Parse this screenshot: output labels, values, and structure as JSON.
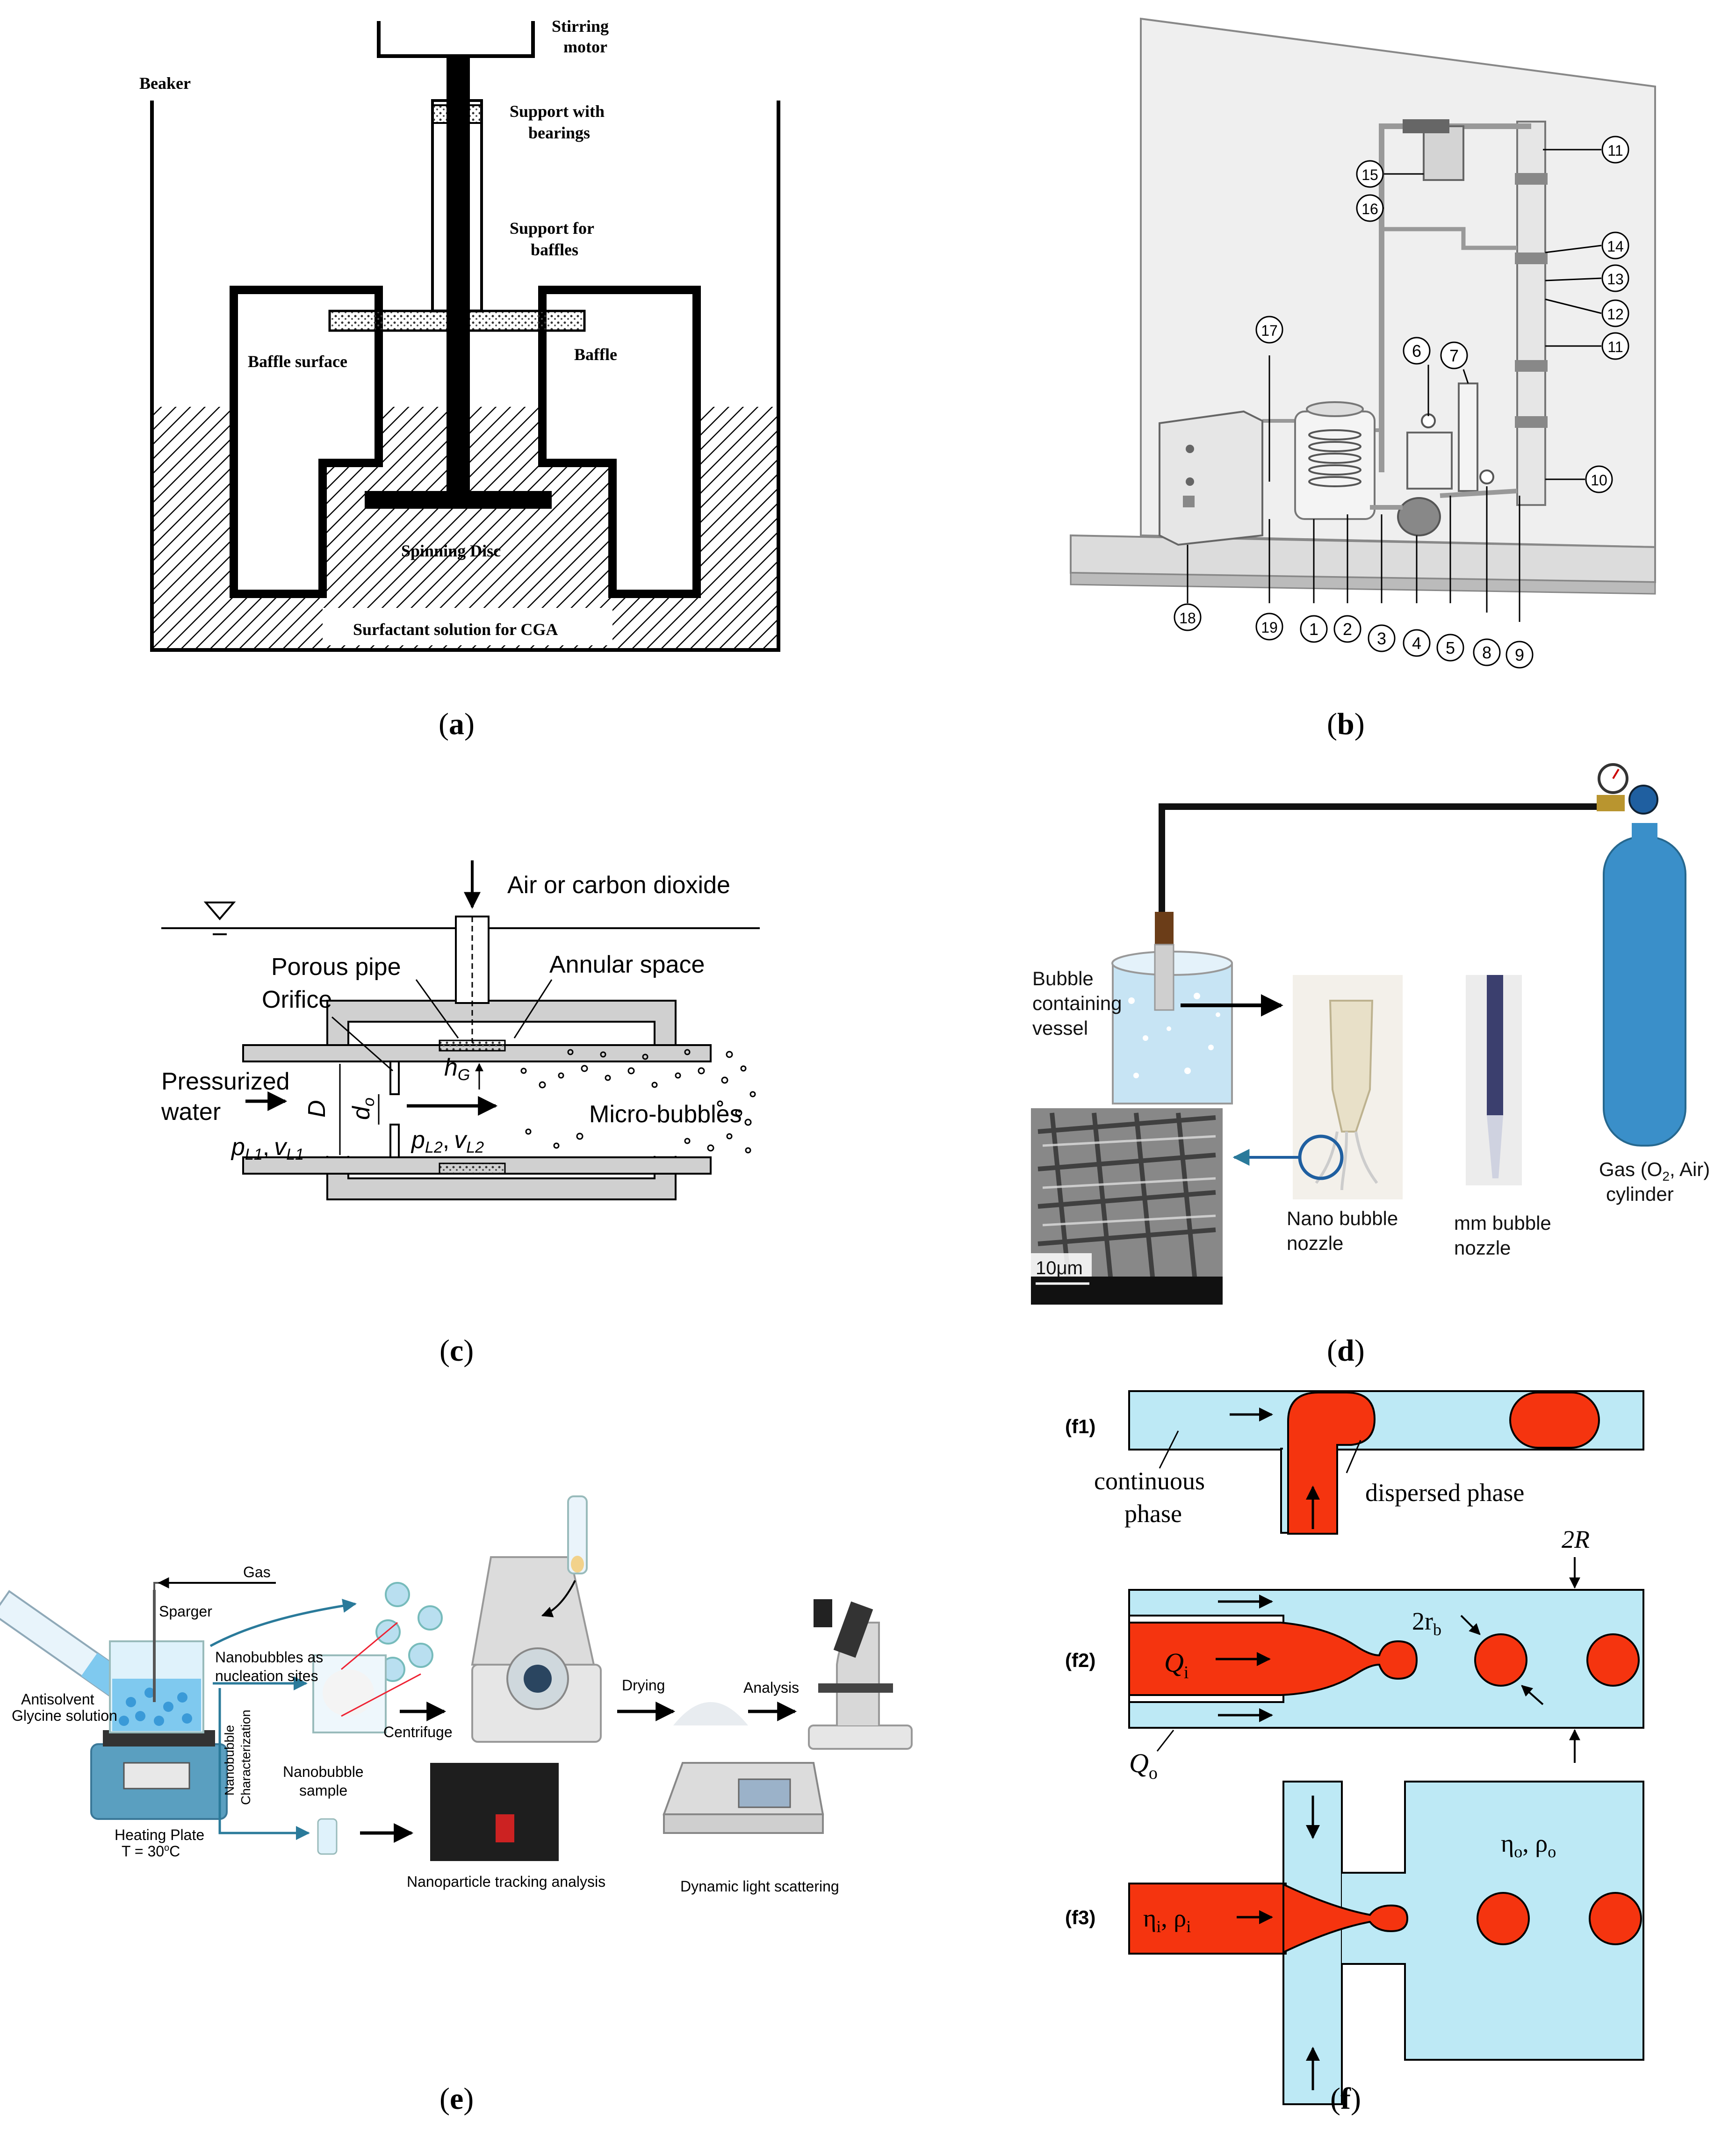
{
  "panel_a": {
    "caption_open": "(",
    "caption_letter": "a",
    "caption_close": ")",
    "beaker": "Beaker",
    "stirring_motor_1": "Stirring",
    "stirring_motor_2": "motor",
    "support_bearings_1": "Support with",
    "support_bearings_2": "bearings",
    "support_baffles_1": "Support for",
    "support_baffles_2": "baffles",
    "baffle_surface": "Baffle surface",
    "baffle": "Baffle",
    "spinning_disc": "Spinning Disc",
    "surfactant": "Surfactant solution for CGA"
  },
  "panel_b": {
    "caption_open": "(",
    "caption_letter": "b",
    "caption_close": ")",
    "numbers": [
      "1",
      "2",
      "3",
      "4",
      "5",
      "6",
      "7",
      "8",
      "9",
      "10",
      "11",
      "11",
      "12",
      "13",
      "14",
      "15",
      "16",
      "17",
      "18",
      "19"
    ]
  },
  "panel_c": {
    "caption_open": "(",
    "caption_letter": "c",
    "caption_close": ")",
    "air": "Air or carbon dioxide",
    "porous_pipe": "Porous pipe",
    "annular_space": "Annular space",
    "orifice": "Orifice",
    "pressurized": "Pressurized",
    "water": "water",
    "micro_bubbles": "Micro-bubbles",
    "D": "D",
    "d0": "d",
    "d0_sub": "o",
    "hG": "h",
    "hG_sub": "G",
    "pL1": "p",
    "pL1_sub": "L1",
    "vL1": "v",
    "vL1_sub": "L1",
    "pL2": "p",
    "pL2_sub": "L2",
    "vL2": "v",
    "vL2_sub": "L2",
    "comma": ","
  },
  "panel_d": {
    "caption_open": "(",
    "caption_letter": "d",
    "caption_close": ")",
    "vessel_1": "Bubble",
    "vessel_2": "containing",
    "vessel_3": "vessel",
    "nano_1": "Nano bubble",
    "nano_2": "nozzle",
    "mm_1": "mm bubble",
    "mm_2": "nozzle",
    "gas_1": "Gas  (O",
    "gas_sub": "2",
    "gas_2": ", Air)",
    "gas_3": "cylinder",
    "scale": "10μm"
  },
  "panel_e": {
    "caption_open": "(",
    "caption_letter": "e",
    "caption_close": ")",
    "gas": "Gas",
    "sparger": "Sparger",
    "nb_nuc_1": "Nanobubbles as",
    "nb_nuc_2": "nucleation sites",
    "antisolvent": "Antisolvent",
    "glycine": "Glycine solution",
    "nb_char_1": "Nanobubble",
    "nb_char_2": "Characterization",
    "centrifuge": "Centrifuge",
    "drying": "Drying",
    "analysis": "Analysis",
    "nb_sample_1": "Nanobubble",
    "nb_sample_2": "sample",
    "heating_1": "Heating Plate",
    "heating_2": "T = 30",
    "heating_sup": "o",
    "heating_3": "C",
    "nta": "Nanoparticle tracking analysis",
    "dls": "Dynamic light scattering"
  },
  "panel_f": {
    "caption_open": "(",
    "caption_letter": "f",
    "caption_close": ")",
    "f1": "(f1)",
    "f2": "(f2)",
    "f3": "(f3)",
    "continuous_1": "continuous",
    "continuous_2": "phase",
    "dispersed": "dispersed phase",
    "R2": "2R",
    "rb": "2r",
    "rb_sub": "b",
    "Qi": "Q",
    "Qi_sub": "i",
    "Qo": "Q",
    "Qo_sub": "o",
    "eta_o": "η",
    "eta_o_sub": "o",
    "rho_o": "ρ",
    "rho_o_sub": "o",
    "eta_i": "η",
    "eta_i_sub": "i",
    "rho_i": "ρ",
    "rho_i_sub": "i",
    "comma": ", "
  },
  "colors": {
    "channel": "#bde9f5",
    "droplet": "#f5340f",
    "cylinder": "#3a8fc9",
    "line": "#000000",
    "teal_arrow": "#2a7a9a"
  }
}
